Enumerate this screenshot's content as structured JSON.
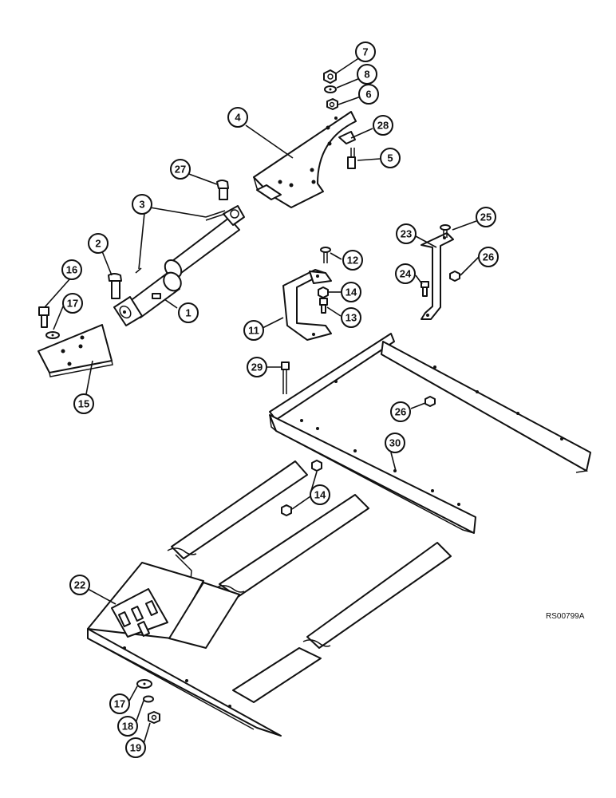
{
  "diagram": {
    "reference_code": "RS00799A",
    "callouts": [
      {
        "id": "c7",
        "label": "7"
      },
      {
        "id": "c8",
        "label": "8"
      },
      {
        "id": "c6",
        "label": "6"
      },
      {
        "id": "c4",
        "label": "4"
      },
      {
        "id": "c28",
        "label": "28"
      },
      {
        "id": "c5",
        "label": "5"
      },
      {
        "id": "c27",
        "label": "27"
      },
      {
        "id": "c3",
        "label": "3"
      },
      {
        "id": "c2",
        "label": "2"
      },
      {
        "id": "c16",
        "label": "16"
      },
      {
        "id": "c17a",
        "label": "17"
      },
      {
        "id": "c1",
        "label": "1"
      },
      {
        "id": "c15",
        "label": "15"
      },
      {
        "id": "c25",
        "label": "25"
      },
      {
        "id": "c23",
        "label": "23"
      },
      {
        "id": "c26a",
        "label": "26"
      },
      {
        "id": "c24",
        "label": "24"
      },
      {
        "id": "c12",
        "label": "12"
      },
      {
        "id": "c14a",
        "label": "14"
      },
      {
        "id": "c13",
        "label": "13"
      },
      {
        "id": "c11",
        "label": "11"
      },
      {
        "id": "c29",
        "label": "29"
      },
      {
        "id": "c26b",
        "label": "26"
      },
      {
        "id": "c30",
        "label": "30"
      },
      {
        "id": "c14b",
        "label": "14"
      },
      {
        "id": "c22",
        "label": "22"
      },
      {
        "id": "c17b",
        "label": "17"
      },
      {
        "id": "c18",
        "label": "18"
      },
      {
        "id": "c19",
        "label": "19"
      }
    ]
  }
}
